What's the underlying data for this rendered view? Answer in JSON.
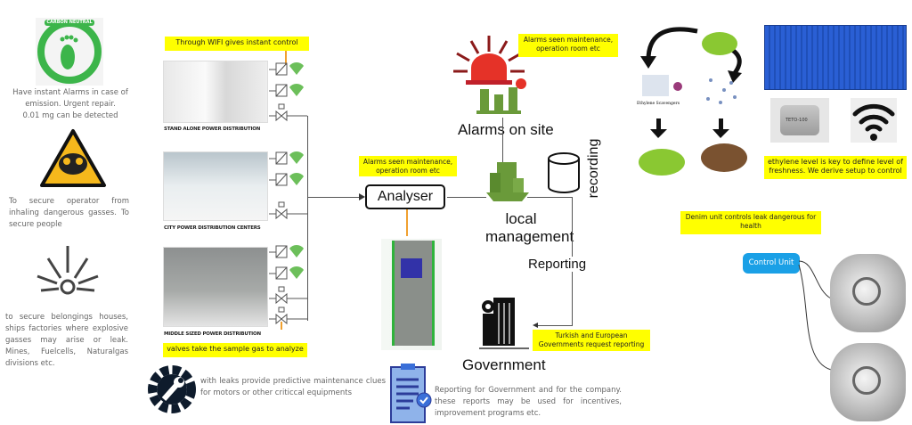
{
  "left": {
    "carbon_badge": "CARBON NEUTRAL",
    "text1a": "Have instant Alarms in case of emission. Urgent repair.",
    "text1b": "0.01 mg can be detected",
    "text2": "To secure operator from inhaling dangerous gasses. To secure people",
    "text3": "to secure belongings houses, ships factories where explosive gasses may arise or leak. Mines, Fuelcells, Naturalgas divisions etc."
  },
  "sites": {
    "wifi_note": "Through WIFI gives instant control",
    "items": [
      {
        "label": "STAND ALONE POWER DISTRIBUTION"
      },
      {
        "label": "CITY POWER DISTRIBUTION CENTERS"
      },
      {
        "label": "MIDDLE SIZED POWER DISTRIBUTION"
      }
    ],
    "valves_note": "valves take the sample gas to analyze",
    "maintenance_text": "with leaks provide predictive maintenance clues for motors or other criticcal equipments"
  },
  "center": {
    "analyser_note": "Alarms seen maintenance, operation room etc",
    "analyser": "Analyser",
    "alarm_note": "Alarms seen maintenance, operation room etc",
    "alarms_on_site": "Alarms on site",
    "local_management": "local management",
    "recording": "recording",
    "reporting": "Reporting",
    "gov_note": "Turkish and European Governments request reporting",
    "government": "Government",
    "report_text": "Reporting for Government and for the company. these reports may be used for incentives, improvement programs etc."
  },
  "right": {
    "scavenger_label": "Ethylene Scavengers",
    "sensor_label": "TETO-100",
    "ethylene_note": "ethylene level is key to define level of freshness. We derive setup to control",
    "denim_note": "Denim unit controls leak dangerous for health",
    "control_unit": "Control Unit"
  },
  "colors": {
    "highlight": "#ffff00",
    "green": "#6a9a3a",
    "alarm_red": "#e53228",
    "wifi_green": "#6cbf5a",
    "container_blue": "#2457c8",
    "control_blue": "#1aa0e6",
    "orange": "#f0a030"
  }
}
